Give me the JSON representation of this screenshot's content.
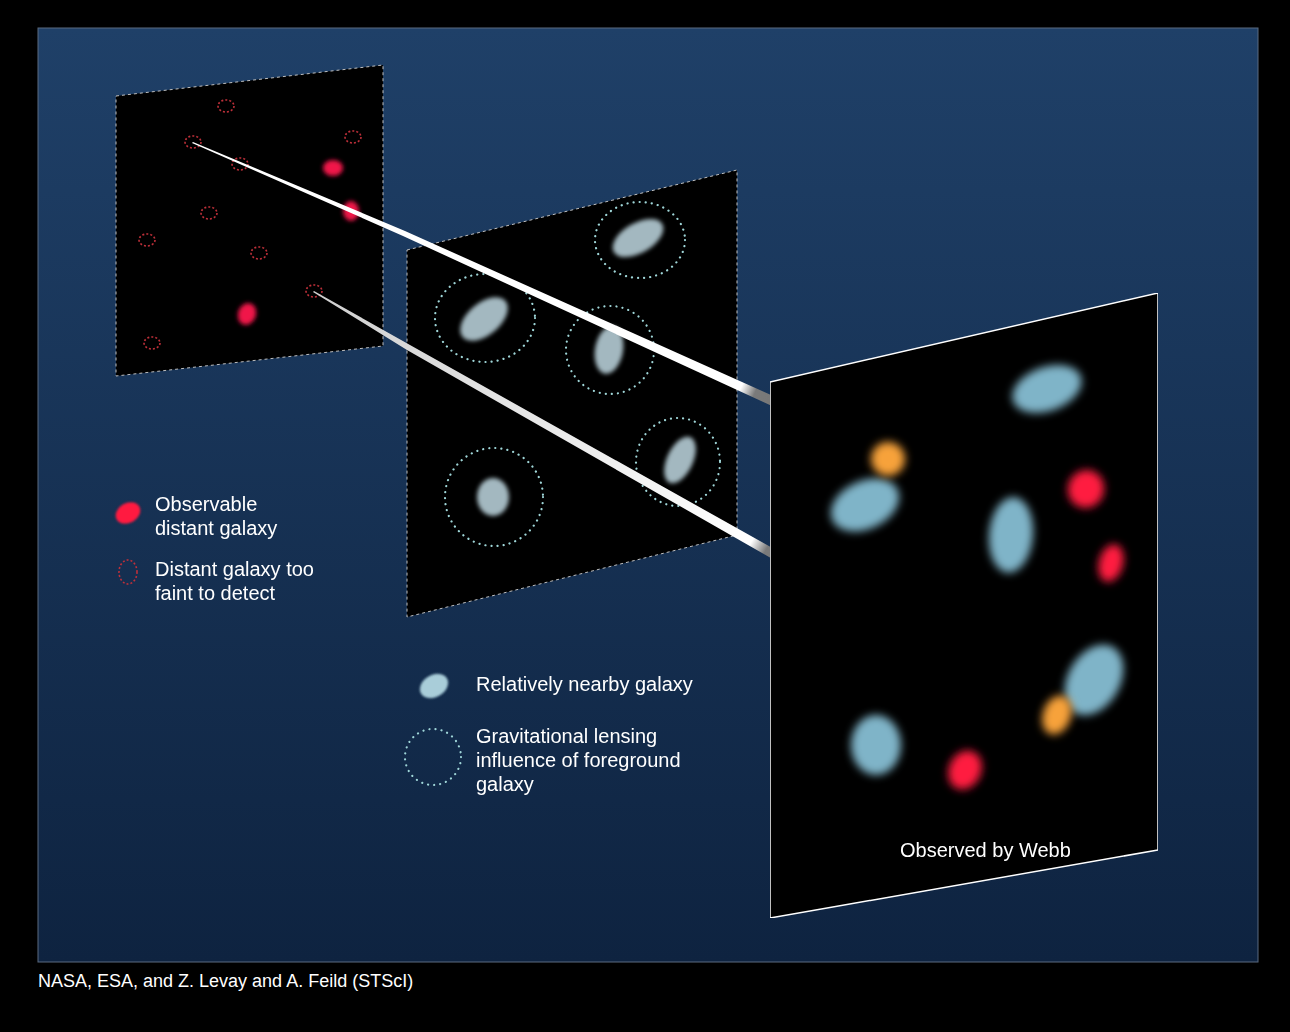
{
  "diagram": {
    "nodes": [
      {
        "text": [
          "Observed by Webb"
        ]
      }
    ],
    "labels": [
      "NASA, ESA, and Z. Levay and A. Feild (STScI)"
    ],
    "legend": [
      {
        "text": "Observable distant galaxy",
        "color": "#ff1a40"
      },
      {
        "text": "Distant galaxy too faint to detect"
      },
      {
        "text": "Relatively nearby galaxy",
        "color": "#a9cdd9"
      },
      {
        "text": "Gravitational lensing influence of foreground galaxy"
      }
    ]
  }
}
